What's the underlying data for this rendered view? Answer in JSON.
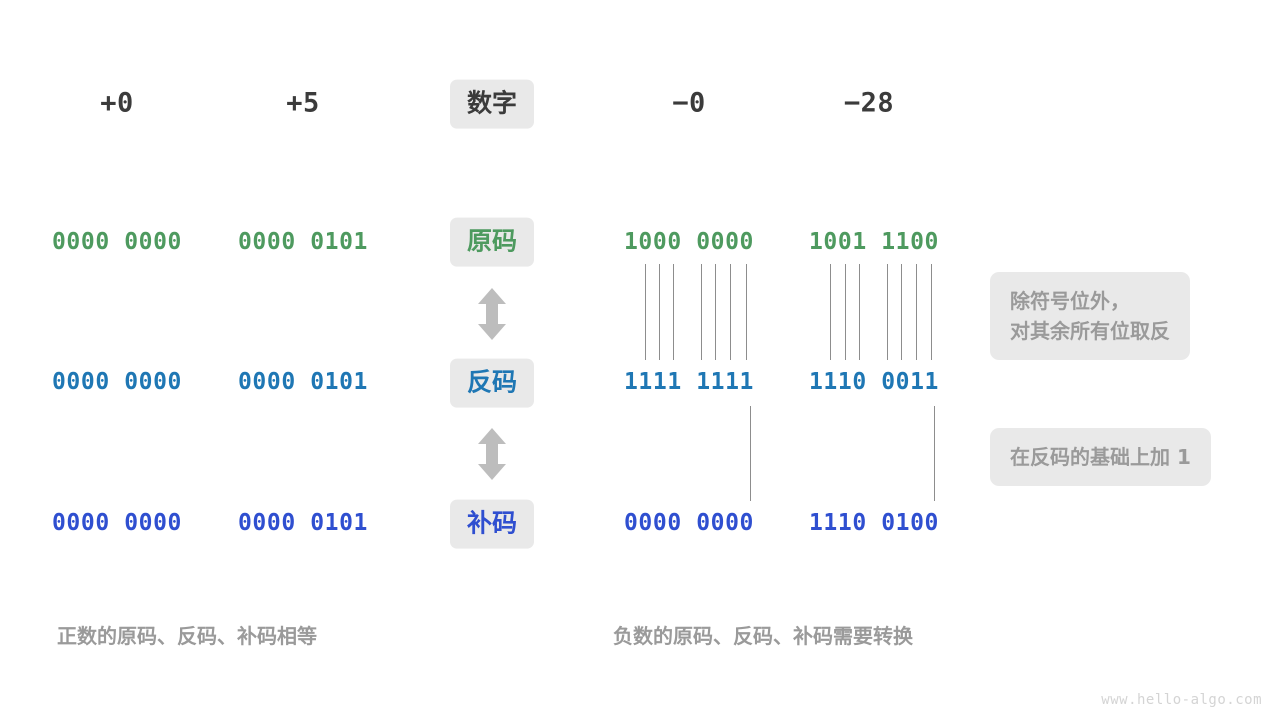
{
  "page": {
    "background": "#ffffff",
    "watermark": "www.hello-algo.com"
  },
  "colors": {
    "sign_magnitude": "#4e9a5f",
    "ones_complement": "#1f77b4",
    "twos_complement": "#2f4fd0",
    "header": "#3b3b3b",
    "muted": "#9a9a9a",
    "chip_bg": "#e9e9e9",
    "tick": "#8d8d8d",
    "arrow": "#bdbdbd"
  },
  "header": {
    "row_label": "数字",
    "numbers": [
      "+0",
      "+5",
      "−0",
      "−28"
    ]
  },
  "rows": [
    {
      "key": "sign-magnitude",
      "label": "原码",
      "color_class": "bits-green",
      "values": [
        "0000 0000",
        "0000 0101",
        "1000 0000",
        "1001 1100"
      ]
    },
    {
      "key": "ones-complement",
      "label": "反码",
      "color_class": "bits-blue",
      "values": [
        "0000 0000",
        "0000 0101",
        "1111 1111",
        "1110 0011"
      ]
    },
    {
      "key": "twos-complement",
      "label": "补码",
      "color_class": "bits-navy",
      "values": [
        "0000 0000",
        "0000 0101",
        "0000 0000",
        "1110 0100"
      ]
    }
  ],
  "notes": [
    {
      "key": "invert-note",
      "text": "除符号位外，\n对其余所有位取反"
    },
    {
      "key": "add-one-note",
      "text": "在反码的基础上加 1"
    }
  ],
  "captions": [
    {
      "key": "positive-caption",
      "text": "正数的原码、反码、补码相等"
    },
    {
      "key": "negative-caption",
      "text": "负数的原码、反码、补码需要转换"
    }
  ],
  "arrows": [
    {
      "key": "arrow-original-to-ones",
      "direction": "both-vertical"
    },
    {
      "key": "arrow-ones-to-twos",
      "direction": "both-vertical"
    }
  ]
}
